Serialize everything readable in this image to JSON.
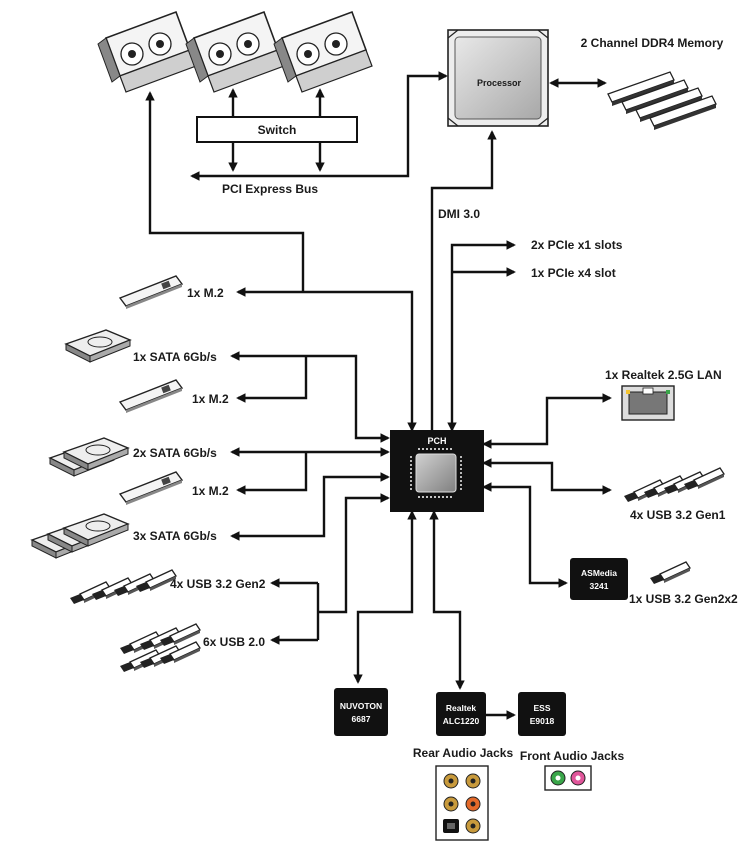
{
  "labels": {
    "memory": "2 Channel DDR4 Memory",
    "processor": "Processor",
    "switch": "Switch",
    "pcie_bus": "PCI Express Bus",
    "dmi": "DMI 3.0",
    "pcie_x1": "2x PCIe x1 slots",
    "pcie_x4": "1x PCIe x4 slot",
    "m2_a": "1x M.2",
    "sata1": "1x SATA 6Gb/s",
    "m2_b": "1x M.2",
    "sata2": "2x SATA 6Gb/s",
    "m2_c": "1x M.2",
    "sata3": "3x SATA 6Gb/s",
    "usb_gen2": "4x USB 3.2 Gen2",
    "usb20": "6x USB 2.0",
    "lan": "1x Realtek 2.5G LAN",
    "usb_gen1": "4x USB 3.2 Gen1",
    "usb_gen2x2": "1x USB 3.2 Gen2x2",
    "pch": "PCH",
    "asmedia_1": "ASMedia",
    "asmedia_2": "3241",
    "nuvoton_1": "NUVOTON",
    "nuvoton_2": "6687",
    "realtek_1": "Realtek",
    "realtek_2": "ALC1220",
    "ess_1": "ESS",
    "ess_2": "E9018",
    "rear_audio": "Rear Audio Jacks",
    "front_audio": "Front Audio Jacks"
  },
  "icons": {
    "gpu": "graphics-card-icon",
    "cpu": "processor-chip-icon",
    "ram": "memory-module-icon",
    "m2": "m2-ssd-icon",
    "hdd": "sata-drive-icon",
    "usb": "usb-stick-icon",
    "lan": "ethernet-port-icon",
    "audio": "audio-jack-icon"
  },
  "colors": {
    "line": "#111111",
    "chip": "#111111",
    "jack_green": "#3aa64a",
    "jack_pink": "#e0559a",
    "jack_gold": "#c89a3c",
    "jack_orange": "#e46a2a"
  }
}
